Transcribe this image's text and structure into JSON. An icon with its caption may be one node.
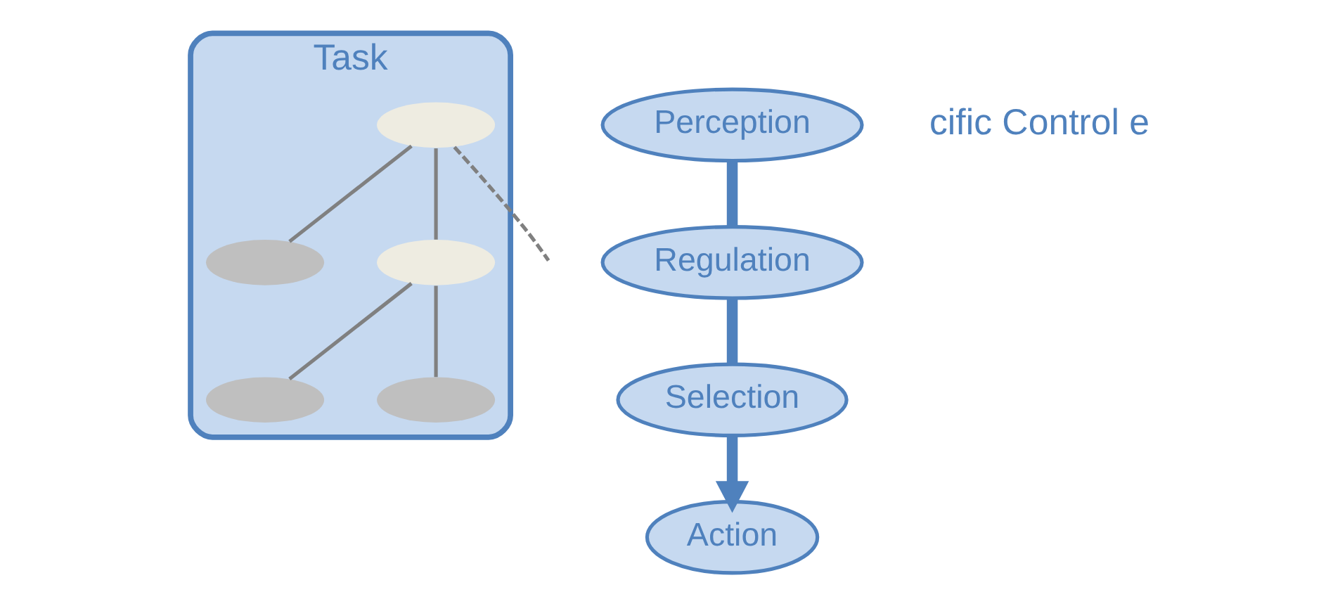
{
  "diagram": {
    "nodes": [
      {
        "text": [
          "Task"
        ]
      },
      {
        "text": [],
        "shape": "ellipse",
        "in": 0
      },
      {
        "text": [],
        "shape": "ellipse",
        "in": 0
      },
      {
        "text": [],
        "shape": "ellipse",
        "in": 0
      },
      {
        "text": [],
        "shape": "ellipse",
        "in": 0
      },
      {
        "text": [],
        "shape": "ellipse",
        "in": 0
      },
      {
        "text": [
          "Regulation"
        ]
      },
      {
        "text": [
          "Selection"
        ]
      },
      {
        "text": [
          "Perception"
        ]
      },
      {
        "text": [
          "Action"
        ]
      }
    ],
    "edges": [
      {
        "from": 1,
        "to": 2,
        "arrow": "none"
      },
      {
        "from": 1,
        "to": 3,
        "arrow": "none"
      },
      {
        "from": 1,
        "to": null,
        "arrow": "none",
        "style": "dashed"
      },
      {
        "from": 3,
        "to": 4,
        "arrow": "none"
      },
      {
        "from": 3,
        "to": 5,
        "arrow": "none"
      },
      {
        "from": 8,
        "to": 6,
        "arrow": "none",
        "style": "thick",
        "color": "#4f81bd"
      },
      {
        "from": 6,
        "to": 7,
        "arrow": "none",
        "style": "thick",
        "color": "#4f81bd"
      },
      {
        "from": 7,
        "to": 9,
        "arrow": "to",
        "style": "thick",
        "color": "#4f81bd"
      }
    ],
    "labels": [
      "cific Control e"
    ]
  }
}
